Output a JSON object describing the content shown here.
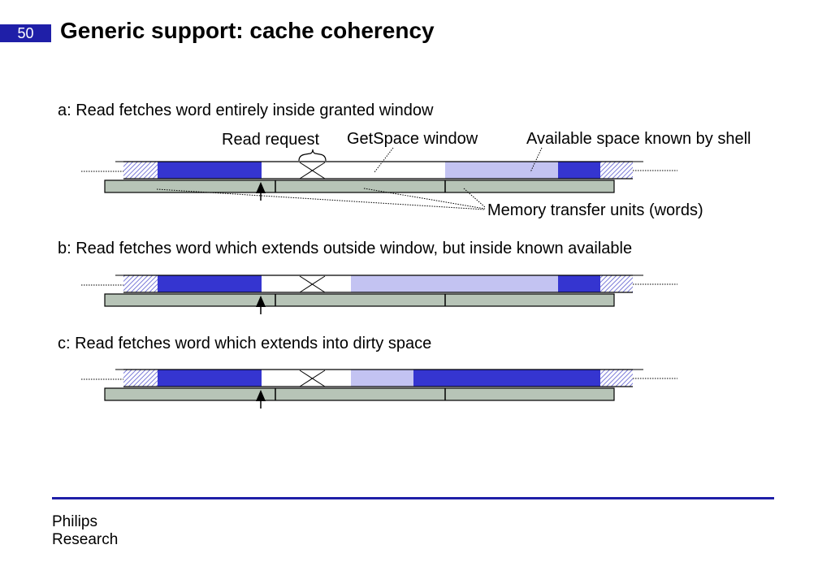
{
  "slide": {
    "number": "50",
    "title": "Generic support: cache coherency"
  },
  "sections": {
    "a": "a: Read fetches word entirely inside granted window",
    "b": "b: Read fetches word which extends outside window, but inside known available",
    "c": "c: Read fetches word which extends into dirty space"
  },
  "labels": {
    "read_request": "Read request",
    "getspace_window": "GetSpace window",
    "available_space": "Available space known by shell",
    "memory_units": "Memory transfer units (words)"
  },
  "footer": {
    "line1": "Philips",
    "line2": "Research"
  },
  "colors": {
    "accent": "#1f1fa8",
    "dirty_space": "#3535d0",
    "available_space": "#c3c3f2",
    "memory_units": "#b7c4b7",
    "hatched": "#8a8ae0"
  }
}
